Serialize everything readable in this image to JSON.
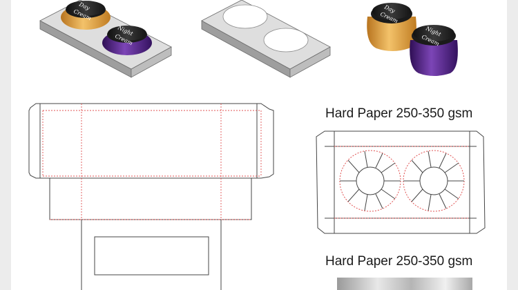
{
  "labels": {
    "material_top": "Hard Paper 250-350 gsm",
    "material_bottom": "Hard Paper 250-350 gsm"
  },
  "jars": {
    "day_cream": {
      "line1": "Day",
      "line2": "Cream"
    },
    "night_cream": {
      "line1": "Night",
      "line2": "Cream"
    }
  },
  "colors": {
    "tray": "#d9d9d9",
    "cut_line": "#444444",
    "fold_line": "#e05050",
    "jar_gold": "#e2a43a",
    "jar_purple": "#5a2d8c",
    "lid": "#2a2a2a"
  }
}
